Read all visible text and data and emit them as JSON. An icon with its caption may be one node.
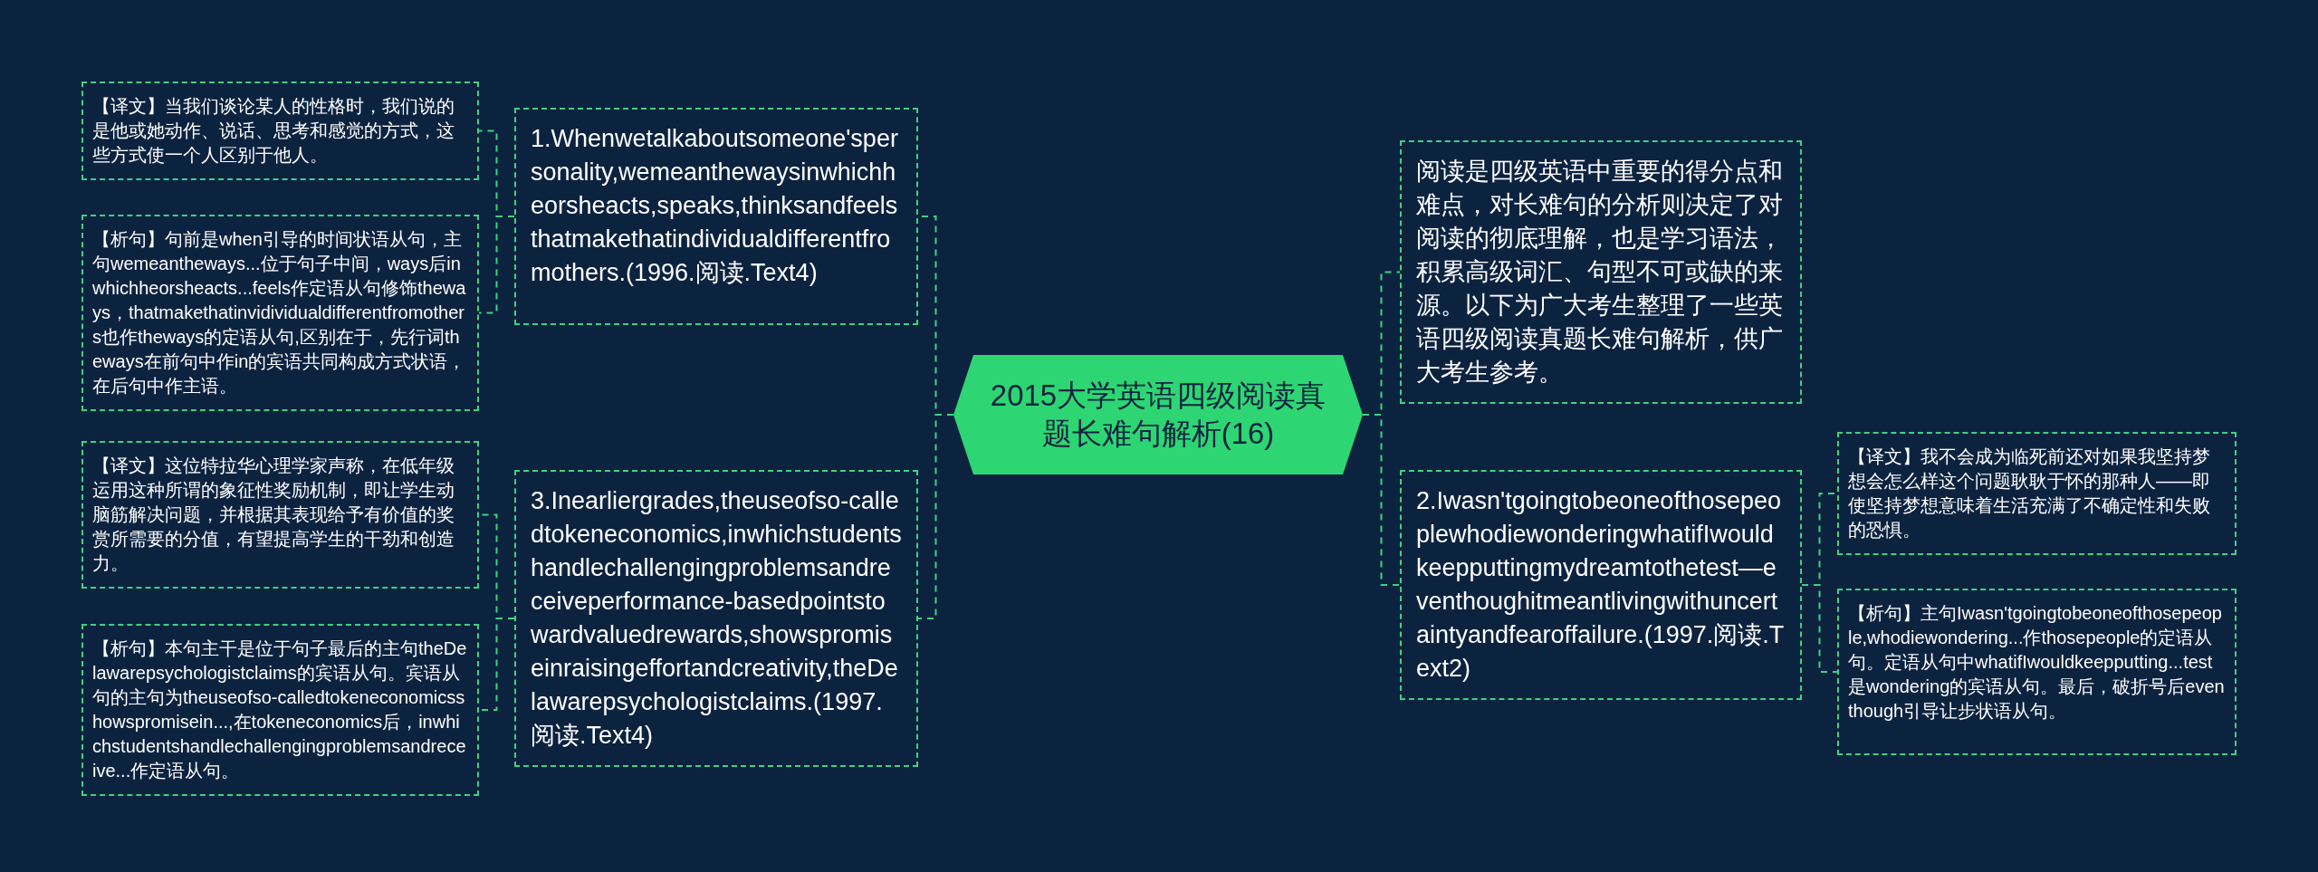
{
  "diagram": {
    "nodes": [
      {
        "text": [
          "2015大学英语四级阅读真题长难句解析(16)"
        ]
      },
      {
        "text": [
          "1.Whenwetalkaboutsomeone'spersonality,wemeanthewaysinwhichheorsheacts,speaks,thinksandfeelsthatmakethatindividualdifferentfromothers.(1996.阅读.Text4)"
        ]
      },
      {
        "text": [
          "【译文】当我们谈论某人的性格时，我们说的是他或她动作、说话、思考和感觉的方式，这些方式使一个人区别于他人。"
        ]
      },
      {
        "text": [
          "【析句】句前是when引导的时间状语从句，主句wemeantheways...位于句子中间，ways后inwhichheorsheacts...feels作定语从句修饰theways，thatmakethatinvidividualdifferentfromothers也作theways的定语从句,区别在于，先行词theways在前句中作in的宾语共同构成方式状语，在后句中作主语。"
        ]
      },
      {
        "text": [
          "3.Inearliergrades,theuseofso-calledtokeneconomics,inwhichstudentshandlechallengingproblemsandreceiveperformance-basedpointstowardvaluedrewards,showspromiseinraisingeffortandcreativity,theDelawarepsychologistclaims.(1997.阅读.Text4)"
        ]
      },
      {
        "text": [
          "【译文】这位特拉华心理学家声称，在低年级运用这种所谓的象征性奖励机制，即让学生动脑筋解决问题，并根据其表现给予有价值的奖赏所需要的分值，有望提高学生的干劲和创造力。"
        ]
      },
      {
        "text": [
          "【析句】本句主干是位于句子最后的主句theDelawarepsychologistclaims的宾语从句。宾语从句的主句为theuseofso-calledtokeneconomicsshowspromisein...,在tokeneconomics后，inwhichstudentshandlechallengingproblemsandreceive...作定语从句。"
        ]
      },
      {
        "text": [
          "阅读是四级英语中重要的得分点和难点，对长难句的分析则决定了对阅读的彻底理解，也是学习语法，积累高级词汇、句型不可或缺的来源。以下为广大考生整理了一些英语四级阅读真题长难句解析，供广大考生参考。"
        ]
      },
      {
        "text": [
          "2.Iwasn'tgoingtobeoneofthosepeoplewhodiewonderingwhatifIwouldkeepputtingmydreamtothetest—eventhoughitmeantlivingwithuncertaintyandfearoffailure.(1997.阅读.Text2)"
        ]
      },
      {
        "text": [
          "【译文】我不会成为临死前还对如果我坚持梦想会怎么样这个问题耿耿于怀的那种人——即使坚持梦想意味着生活充满了不确定性和失败的恐惧。"
        ]
      },
      {
        "text": [
          "【析句】主句Iwasn'tgoingtobeoneofthosepeople,whodiewondering...作thosepeople的定语从句。定语从句中whatifIwouldkeepputting...test是wondering的宾语从句。最后，破折号后eventhough引导让步状语从句。"
        ]
      }
    ],
    "edges": [
      {
        "from": 0,
        "to": 1,
        "arrow": "none"
      },
      {
        "from": 1,
        "to": 2,
        "arrow": "none"
      },
      {
        "from": 1,
        "to": 3,
        "arrow": "none"
      },
      {
        "from": 0,
        "to": 4,
        "arrow": "none"
      },
      {
        "from": 4,
        "to": 5,
        "arrow": "none"
      },
      {
        "from": 4,
        "to": 6,
        "arrow": "none"
      },
      {
        "from": 0,
        "to": 7,
        "arrow": "none"
      },
      {
        "from": 0,
        "to": 8,
        "arrow": "none"
      },
      {
        "from": 8,
        "to": 9,
        "arrow": "none"
      },
      {
        "from": 8,
        "to": 10,
        "arrow": "none"
      }
    ]
  }
}
